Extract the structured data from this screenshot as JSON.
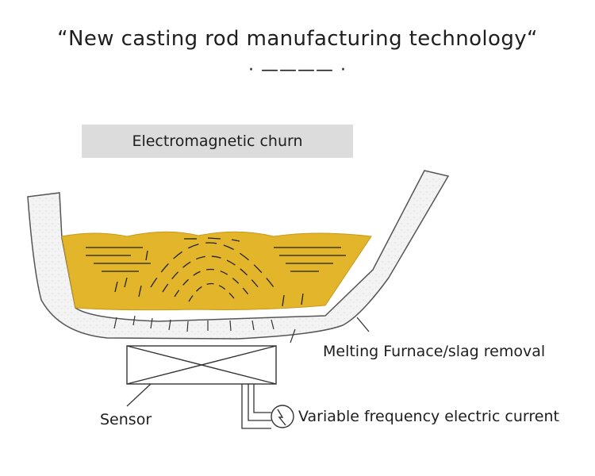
{
  "title": "“New casting rod manufacturing technology“",
  "title_decoration": "· ———— ·",
  "labels": {
    "churn": "Electromagnetic churn",
    "furnace": "Melting Furnace/slag removal",
    "sensor": "Sensor",
    "current": "Variable frequency electric current"
  },
  "colors": {
    "molten_metal": "#e3b52a",
    "furnace_wall": "#f2f2f2",
    "label_box": "#dcdcdc",
    "line": "#333333"
  }
}
